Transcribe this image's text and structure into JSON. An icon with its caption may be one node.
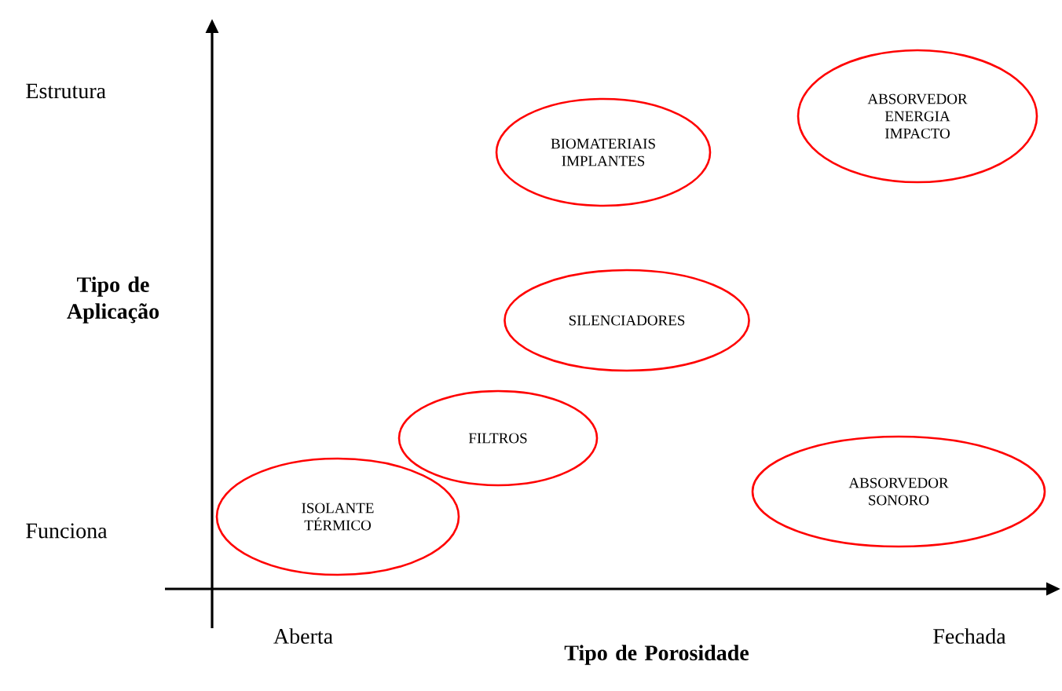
{
  "diagram": {
    "nodes": [
      {
        "text": [
          "ABSORVEDOR ENERGIA IMPACTO"
        ]
      },
      {
        "text": [
          "BIOMATERIAIS IMPLANTES"
        ]
      },
      {
        "text": [
          "SILENCIADORES"
        ]
      },
      {
        "text": [
          "FILTROS"
        ]
      },
      {
        "text": [
          "ABSORVEDOR SONORO"
        ]
      },
      {
        "text": [
          "ISOLANTE TÉRMICO"
        ]
      }
    ],
    "labels": [
      "Estrutura",
      "Tipo de Aplicação",
      "Funciona",
      "Aberta",
      "Tipo de Porosidade",
      "Fechada"
    ]
  }
}
